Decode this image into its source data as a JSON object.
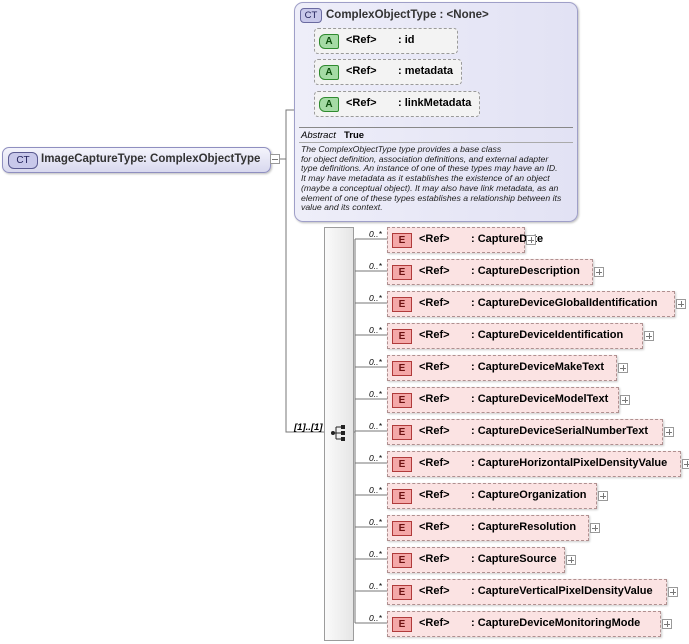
{
  "main_type": {
    "badge": "CT",
    "name": "ImageCaptureType",
    "type_label": ": ComplexObjectType"
  },
  "base_type": {
    "badge": "CT",
    "title": "ComplexObjectType : <None>",
    "attributes": [
      {
        "badge": "A",
        "ref": "<Ref>",
        "name": ": id"
      },
      {
        "badge": "A",
        "ref": "<Ref>",
        "name": ": metadata"
      },
      {
        "badge": "A",
        "ref": "<Ref>",
        "name": ": linkMetadata"
      }
    ],
    "abstract_label": "Abstract",
    "abstract_value": "True",
    "documentation_lines": [
      "The ComplexObjectType type provides a base class",
      "for object definition, association definitions, and external adapter",
      "type definitions. An instance of one of these types may have an ID.",
      "It may have metadata as it establishes the existence of an object",
      "(maybe a conceptual object). It may also have link metadata, as an",
      "element of one of these types establishes a relationship between its",
      "value and its context."
    ]
  },
  "sequence": {
    "cardinality": "[1]..[1]"
  },
  "elements": [
    {
      "badge": "E",
      "ref": "<Ref>",
      "name": ": CaptureDate",
      "occurrence": "0..*"
    },
    {
      "badge": "E",
      "ref": "<Ref>",
      "name": ": CaptureDescription",
      "occurrence": "0..*"
    },
    {
      "badge": "E",
      "ref": "<Ref>",
      "name": ": CaptureDeviceGlobalIdentification",
      "occurrence": "0..*"
    },
    {
      "badge": "E",
      "ref": "<Ref>",
      "name": ": CaptureDeviceIdentification",
      "occurrence": "0..*"
    },
    {
      "badge": "E",
      "ref": "<Ref>",
      "name": ": CaptureDeviceMakeText",
      "occurrence": "0..*"
    },
    {
      "badge": "E",
      "ref": "<Ref>",
      "name": ": CaptureDeviceModelText",
      "occurrence": "0..*"
    },
    {
      "badge": "E",
      "ref": "<Ref>",
      "name": ": CaptureDeviceSerialNumberText",
      "occurrence": "0..*"
    },
    {
      "badge": "E",
      "ref": "<Ref>",
      "name": ": CaptureHorizontalPixelDensityValue",
      "occurrence": "0..*"
    },
    {
      "badge": "E",
      "ref": "<Ref>",
      "name": ": CaptureOrganization",
      "occurrence": "0..*"
    },
    {
      "badge": "E",
      "ref": "<Ref>",
      "name": ": CaptureResolution",
      "occurrence": "0..*"
    },
    {
      "badge": "E",
      "ref": "<Ref>",
      "name": ": CaptureSource",
      "occurrence": "0..*"
    },
    {
      "badge": "E",
      "ref": "<Ref>",
      "name": ": CaptureVerticalPixelDensityValue",
      "occurrence": "0..*"
    },
    {
      "badge": "E",
      "ref": "<Ref>",
      "name": ": CaptureDeviceMonitoringMode",
      "occurrence": "0..*"
    }
  ],
  "colors": {
    "complex_type_fill": "#d8d8ee",
    "attribute_badge": "#a5dba5",
    "element_fill": "#fbe3e3",
    "element_badge": "#f4a8a8"
  }
}
